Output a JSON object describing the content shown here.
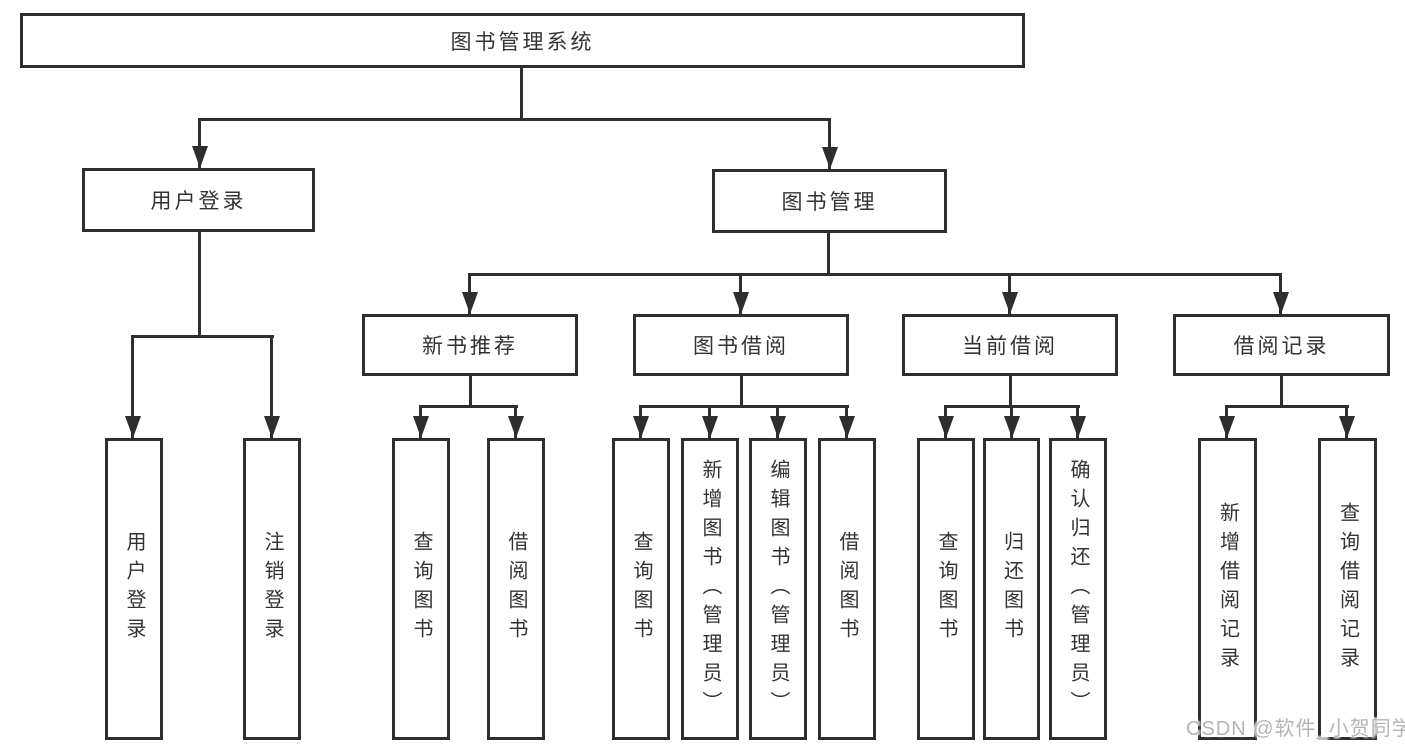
{
  "tree": {
    "root": "图书管理系统",
    "children": [
      {
        "label": "用户登录",
        "children": [
          {
            "label": "用户登录"
          },
          {
            "label": "注销登录"
          }
        ]
      },
      {
        "label": "图书管理",
        "children": [
          {
            "label": "新书推荐",
            "children": [
              {
                "label": "查询图书"
              },
              {
                "label": "借阅图书"
              }
            ]
          },
          {
            "label": "图书借阅",
            "children": [
              {
                "label": "查询图书"
              },
              {
                "label": "新增图书（管理员）"
              },
              {
                "label": "编辑图书（管理员）"
              },
              {
                "label": "借阅图书"
              }
            ]
          },
          {
            "label": "当前借阅",
            "children": [
              {
                "label": "查询图书"
              },
              {
                "label": "归还图书"
              },
              {
                "label": "确认归还（管理员）"
              }
            ]
          },
          {
            "label": "借阅记录",
            "children": [
              {
                "label": "新增借阅记录"
              },
              {
                "label": "查询借阅记录"
              }
            ]
          }
        ]
      }
    ]
  },
  "watermark": "CSDN @软件_小贺同学",
  "colors": {
    "line": "#2e2e2e",
    "text": "#333333",
    "background": "#ffffff",
    "watermark": "#b5b5b5"
  }
}
